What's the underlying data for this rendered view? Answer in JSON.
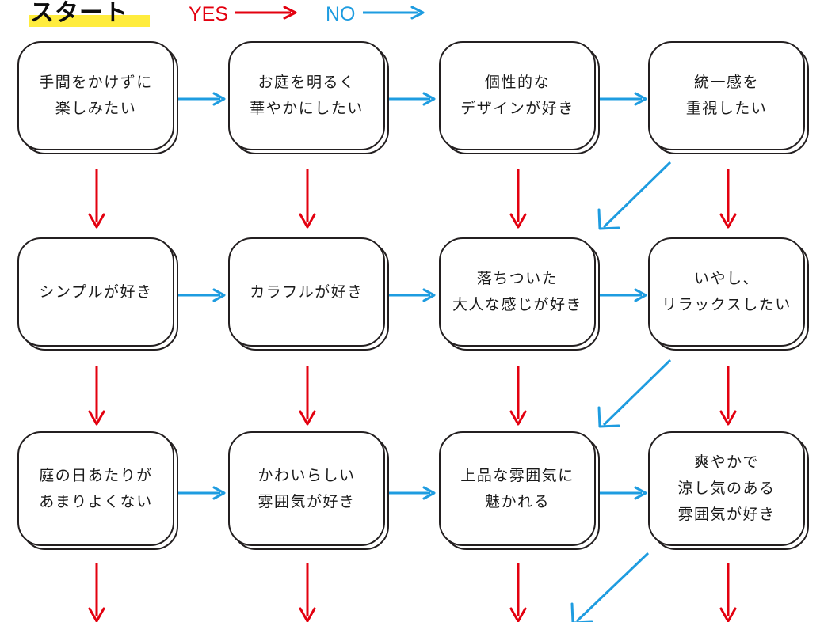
{
  "legend": {
    "start_label": "スタート",
    "start_highlight_color": "#ffec3d",
    "yes_label": "YES",
    "yes_color": "#e3000f",
    "no_label": "NO",
    "no_color": "#1e9ce0"
  },
  "colors": {
    "yes_arrow": "#e3000f",
    "no_arrow": "#1e9ce0",
    "box_border": "#231f20",
    "text": "#1a1a1a",
    "background": "#ffffff"
  },
  "nodes": [
    {
      "id": "r1c1",
      "lines": [
        "手間をかけずに",
        "楽しみたい"
      ]
    },
    {
      "id": "r1c2",
      "lines": [
        "お庭を明るく",
        "華やかにしたい"
      ]
    },
    {
      "id": "r1c3",
      "lines": [
        "個性的な",
        "デザインが好き"
      ]
    },
    {
      "id": "r1c4",
      "lines": [
        "統一感を",
        "重視したい"
      ]
    },
    {
      "id": "r2c1",
      "lines": [
        "シンプルが好き"
      ]
    },
    {
      "id": "r2c2",
      "lines": [
        "カラフルが好き"
      ]
    },
    {
      "id": "r2c3",
      "lines": [
        "落ちついた",
        "大人な感じが好き"
      ]
    },
    {
      "id": "r2c4",
      "lines": [
        "いやし、",
        "リラックスしたい"
      ]
    },
    {
      "id": "r3c1",
      "lines": [
        "庭の日あたりが",
        "あまりよくない"
      ]
    },
    {
      "id": "r3c2",
      "lines": [
        "かわいらしい",
        "雰囲気が好き"
      ]
    },
    {
      "id": "r3c3",
      "lines": [
        "上品な雰囲気に",
        "魅かれる"
      ]
    },
    {
      "id": "r3c4",
      "lines": [
        "爽やかで",
        "涼し気のある",
        "雰囲気が好き"
      ]
    }
  ],
  "edges": [
    {
      "id": "e-r1c1-r1c2",
      "type": "no",
      "direction": "right",
      "from": "r1c1",
      "to": "r1c2"
    },
    {
      "id": "e-r1c2-r1c3",
      "type": "no",
      "direction": "right",
      "from": "r1c2",
      "to": "r1c3"
    },
    {
      "id": "e-r1c3-r1c4",
      "type": "no",
      "direction": "right",
      "from": "r1c3",
      "to": "r1c4"
    },
    {
      "id": "e-r1c1-r2c1",
      "type": "yes",
      "direction": "down",
      "from": "r1c1",
      "to": "r2c1"
    },
    {
      "id": "e-r1c2-r2c2",
      "type": "yes",
      "direction": "down",
      "from": "r1c2",
      "to": "r2c2"
    },
    {
      "id": "e-r1c3-r2c3",
      "type": "yes",
      "direction": "down",
      "from": "r1c3",
      "to": "r2c3"
    },
    {
      "id": "e-r1c4-r2c3",
      "type": "no",
      "direction": "down-left",
      "from": "r1c4",
      "to": "r2c3"
    },
    {
      "id": "e-r1c4-r2c4",
      "type": "yes",
      "direction": "down",
      "from": "r1c4",
      "to": "r2c4"
    },
    {
      "id": "e-r2c1-r2c2",
      "type": "no",
      "direction": "right",
      "from": "r2c1",
      "to": "r2c2"
    },
    {
      "id": "e-r2c2-r2c3",
      "type": "no",
      "direction": "right",
      "from": "r2c2",
      "to": "r2c3"
    },
    {
      "id": "e-r2c3-r2c4",
      "type": "no",
      "direction": "right",
      "from": "r2c3",
      "to": "r2c4"
    },
    {
      "id": "e-r2c1-r3c1",
      "type": "yes",
      "direction": "down",
      "from": "r2c1",
      "to": "r3c1"
    },
    {
      "id": "e-r2c2-r3c2",
      "type": "yes",
      "direction": "down",
      "from": "r2c2",
      "to": "r3c2"
    },
    {
      "id": "e-r2c3-r3c3",
      "type": "yes",
      "direction": "down",
      "from": "r2c3",
      "to": "r3c3"
    },
    {
      "id": "e-r2c4-r3c3",
      "type": "no",
      "direction": "down-left",
      "from": "r2c4",
      "to": "r3c3"
    },
    {
      "id": "e-r2c4-r3c4",
      "type": "yes",
      "direction": "down",
      "from": "r2c4",
      "to": "r3c4"
    },
    {
      "id": "e-r3c1-r3c2",
      "type": "no",
      "direction": "right",
      "from": "r3c1",
      "to": "r3c2"
    },
    {
      "id": "e-r3c2-r3c3",
      "type": "no",
      "direction": "right",
      "from": "r3c2",
      "to": "r3c3"
    },
    {
      "id": "e-r3c3-r3c4",
      "type": "no",
      "direction": "right",
      "from": "r3c3",
      "to": "r3c4"
    },
    {
      "id": "e-r3c1-out",
      "type": "yes",
      "direction": "down",
      "from": "r3c1",
      "to": ""
    },
    {
      "id": "e-r3c2-out",
      "type": "yes",
      "direction": "down",
      "from": "r3c2",
      "to": ""
    },
    {
      "id": "e-r3c3-out",
      "type": "yes",
      "direction": "down",
      "from": "r3c3",
      "to": ""
    },
    {
      "id": "e-r3c4-out",
      "type": "no",
      "direction": "down-left",
      "from": "r3c4",
      "to": ""
    },
    {
      "id": "e-r3c4-down",
      "type": "yes",
      "direction": "down",
      "from": "r3c4",
      "to": ""
    }
  ]
}
